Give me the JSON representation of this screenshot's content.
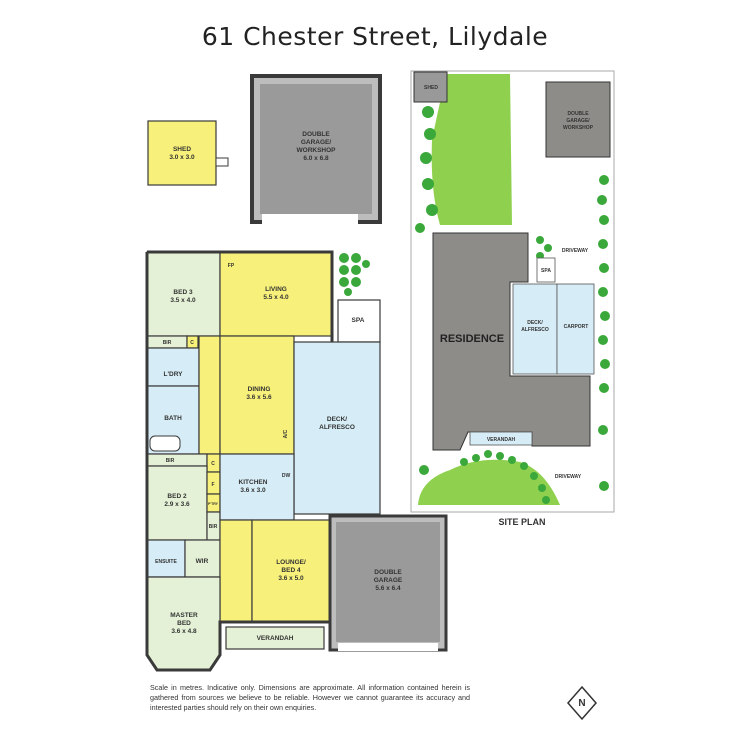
{
  "title": "61 Chester Street, Lilydale",
  "colors": {
    "room_yellow": "#f7f07a",
    "room_green": "#e4f1d6",
    "room_blue": "#d6ecf6",
    "garage_grey": "#999999",
    "residence_grey": "#8d8c89",
    "lawn": "#8fd14f",
    "tree": "#3aa83a"
  },
  "floor_plan": {
    "shed": {
      "name": "SHED",
      "size": "3.0 x 3.0"
    },
    "workshop": {
      "name_1": "DOUBLE",
      "name_2": "GARAGE/",
      "name_3": "WORKSHOP",
      "size": "6.0 x 6.8"
    },
    "bed3": {
      "name": "BED 3",
      "size": "3.5 x 4.0"
    },
    "fp": "FP",
    "living": {
      "name": "LIVING",
      "size": "5.5 x 4.0"
    },
    "spa": "SPA",
    "bir": "BIR",
    "c": "C",
    "ldry": "L'DRY",
    "dining": {
      "name": "DINING",
      "size": "3.6 x 5.6"
    },
    "deck": {
      "name_1": "DECK/",
      "name_2": "ALFRESCO"
    },
    "bath": "BATH",
    "ac": "A/C",
    "bir2": "BIR",
    "c2": "C",
    "kitchen": {
      "name": "KITCHEN",
      "size": "3.6 x 3.0"
    },
    "dw": "DW",
    "f": "F",
    "bed2": {
      "name": "BED 2",
      "size": "2.9 x 3.6"
    },
    "pant": "P'TRY",
    "bir3": "BIR",
    "ensuite": "ENSUITE",
    "wir": "WIR",
    "lounge": {
      "name_1": "LOUNGE/",
      "name_2": "BED 4",
      "size": "3.6 x 5.0"
    },
    "garage": {
      "name_1": "DOUBLE",
      "name_2": "GARAGE",
      "size": "5.6 x 6.4"
    },
    "master": {
      "name_1": "MASTER",
      "name_2": "BED",
      "size": "3.6 x 4.8"
    },
    "verandah": "VERANDAH"
  },
  "site_plan": {
    "caption": "SITE PLAN",
    "shed": "SHED",
    "workshop": {
      "name_1": "DOUBLE",
      "name_2": "GARAGE/",
      "name_3": "WORKSHOP"
    },
    "residence": "RESIDENCE",
    "driveway_top": "DRIVEWAY",
    "spa": "SPA",
    "deck": {
      "name_1": "DECK/",
      "name_2": "ALFRESCO"
    },
    "carport": "CARPORT",
    "verandah": "VERANDAH",
    "driveway_bottom": "DRIVEWAY"
  },
  "disclaimer": "Scale in metres. Indicative only. Dimensions are approximate. All information contained herein is gathered from sources we believe to be reliable. However we cannot guarantee its accuracy and interested parties should rely on their own enquiries.",
  "compass": "N"
}
